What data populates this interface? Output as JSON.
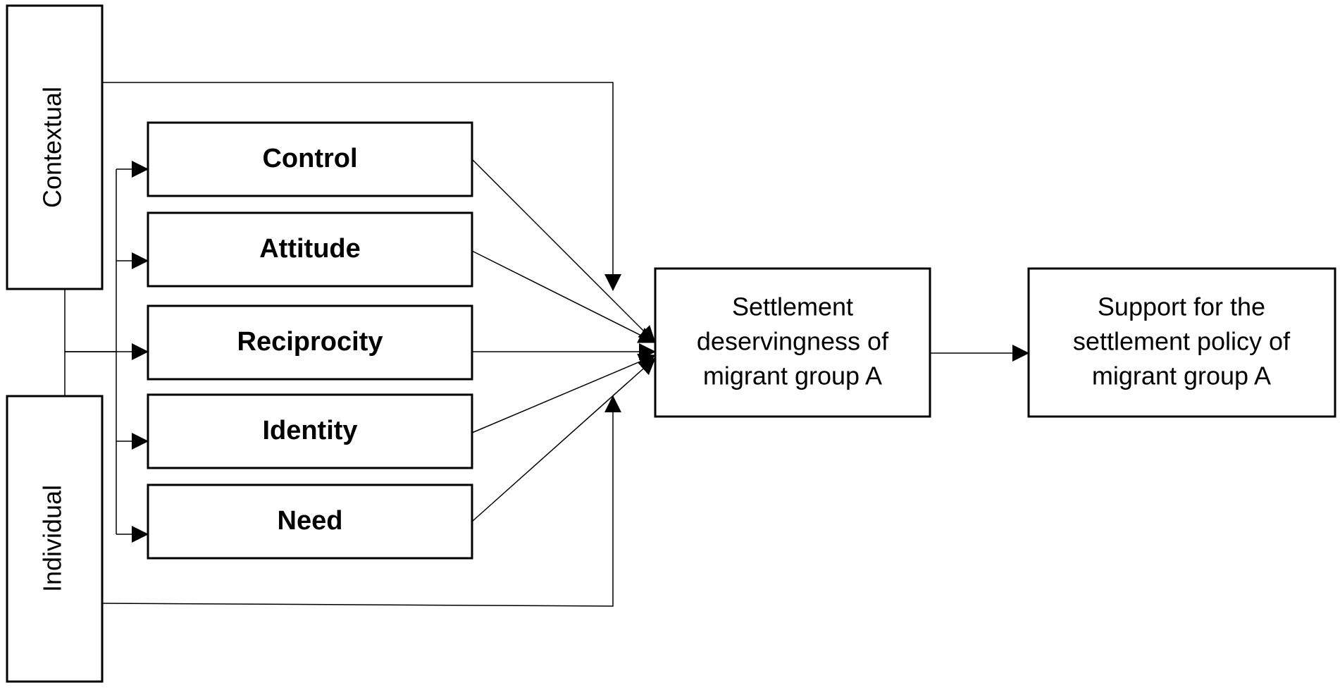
{
  "levels": {
    "contextual": "Contextual",
    "individual": "Individual"
  },
  "factors": {
    "control": "Control",
    "attitude": "Attitude",
    "reciprocity": "Reciprocity",
    "identity": "Identity",
    "need": "Need"
  },
  "deservingness": {
    "line1": "Settlement",
    "line2": "deservingness of",
    "line3": "migrant group A"
  },
  "support": {
    "line1": "Support for the",
    "line2": "settlement policy of",
    "line3": "migrant group A"
  }
}
